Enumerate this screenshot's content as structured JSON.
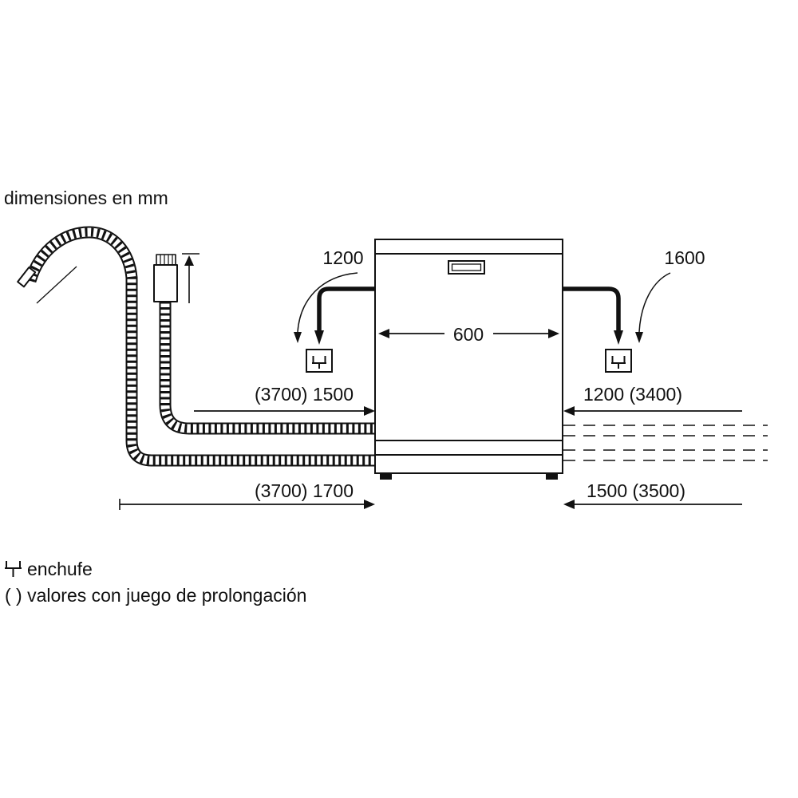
{
  "title": "dimensiones en mm",
  "labels": {
    "cable_left": "1200",
    "cable_right": "1600",
    "width": "600",
    "hose_top_left": "(3700) 1500",
    "hose_top_right": "1200 (3400)",
    "hose_bottom_left": "(3700) 1700",
    "hose_bottom_right": "1500 (3500)"
  },
  "legend": {
    "plug": "enchufe",
    "note": "( ) valores con juego de prolongación"
  },
  "colors": {
    "ink": "#111111",
    "background": "#ffffff"
  }
}
